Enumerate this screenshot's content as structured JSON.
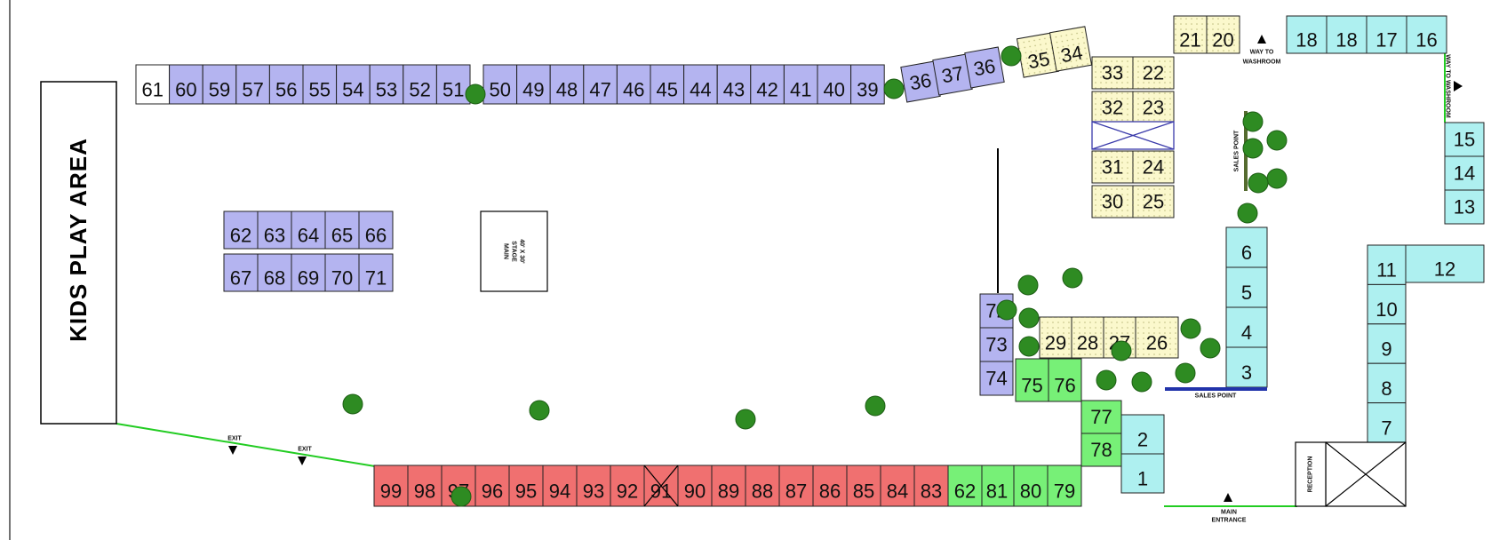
{
  "labels": {
    "kids_play_area": "KIDS PLAY AREA",
    "main_stage_1": "MAIN",
    "main_stage_2": "STAGE",
    "main_stage_3": "40' X 30'",
    "main_entrance_1": "MAIN",
    "main_entrance_2": "ENTRANCE",
    "exit_1": "EXIT",
    "exit_2": "EXIT",
    "washroom_1a": "WAY TO",
    "washroom_1b": "WASHROOM",
    "washroom_2": "WAY TO WASHROOM",
    "sales_point_1": "SALES POINT",
    "sales_point_2": "SALES POINT",
    "reception": "RECEPTION"
  },
  "colors": {
    "purple": "#b4b4f0",
    "yellow": "#fbf8cc",
    "cyan": "#aef0f0",
    "green": "#77f077",
    "red": "#f07070",
    "white": "#ffffff",
    "tree": "#2e8b22",
    "path": "#22cc22"
  },
  "stalls": [
    {
      "id": "61",
      "zone": "white"
    },
    {
      "id": "60",
      "zone": "purple"
    },
    {
      "id": "59",
      "zone": "purple"
    },
    {
      "id": "57",
      "zone": "purple"
    },
    {
      "id": "56",
      "zone": "purple"
    },
    {
      "id": "55",
      "zone": "purple"
    },
    {
      "id": "54",
      "zone": "purple"
    },
    {
      "id": "53",
      "zone": "purple"
    },
    {
      "id": "52",
      "zone": "purple"
    },
    {
      "id": "51",
      "zone": "purple"
    },
    {
      "id": "50",
      "zone": "purple"
    },
    {
      "id": "49",
      "zone": "purple"
    },
    {
      "id": "48",
      "zone": "purple"
    },
    {
      "id": "47",
      "zone": "purple"
    },
    {
      "id": "46",
      "zone": "purple"
    },
    {
      "id": "45",
      "zone": "purple"
    },
    {
      "id": "44",
      "zone": "purple"
    },
    {
      "id": "43",
      "zone": "purple"
    },
    {
      "id": "42",
      "zone": "purple"
    },
    {
      "id": "41",
      "zone": "purple"
    },
    {
      "id": "40",
      "zone": "purple"
    },
    {
      "id": "39",
      "zone": "purple"
    },
    {
      "id": "36",
      "zone": "purple"
    },
    {
      "id": "37",
      "zone": "purple"
    },
    {
      "id": "36",
      "zone": "purple"
    },
    {
      "id": "35",
      "zone": "yellow"
    },
    {
      "id": "34",
      "zone": "yellow"
    },
    {
      "id": "33",
      "zone": "yellow"
    },
    {
      "id": "22",
      "zone": "yellow"
    },
    {
      "id": "32",
      "zone": "yellow"
    },
    {
      "id": "23",
      "zone": "yellow"
    },
    {
      "id": "31",
      "zone": "yellow"
    },
    {
      "id": "24",
      "zone": "yellow"
    },
    {
      "id": "30",
      "zone": "yellow"
    },
    {
      "id": "25",
      "zone": "yellow"
    },
    {
      "id": "21",
      "zone": "yellow"
    },
    {
      "id": "20",
      "zone": "yellow"
    },
    {
      "id": "18",
      "zone": "cyan"
    },
    {
      "id": "18",
      "zone": "cyan"
    },
    {
      "id": "17",
      "zone": "cyan"
    },
    {
      "id": "16",
      "zone": "cyan"
    },
    {
      "id": "15",
      "zone": "cyan"
    },
    {
      "id": "14",
      "zone": "cyan"
    },
    {
      "id": "13",
      "zone": "cyan"
    },
    {
      "id": "12",
      "zone": "cyan"
    },
    {
      "id": "11",
      "zone": "cyan"
    },
    {
      "id": "10",
      "zone": "cyan"
    },
    {
      "id": "9",
      "zone": "cyan"
    },
    {
      "id": "8",
      "zone": "cyan"
    },
    {
      "id": "7",
      "zone": "cyan"
    },
    {
      "id": "6",
      "zone": "cyan"
    },
    {
      "id": "5",
      "zone": "cyan"
    },
    {
      "id": "4",
      "zone": "cyan"
    },
    {
      "id": "3",
      "zone": "cyan"
    },
    {
      "id": "2",
      "zone": "cyan"
    },
    {
      "id": "1",
      "zone": "cyan"
    },
    {
      "id": "62",
      "zone": "purple"
    },
    {
      "id": "63",
      "zone": "purple"
    },
    {
      "id": "64",
      "zone": "purple"
    },
    {
      "id": "65",
      "zone": "purple"
    },
    {
      "id": "66",
      "zone": "purple"
    },
    {
      "id": "67",
      "zone": "purple"
    },
    {
      "id": "68",
      "zone": "purple"
    },
    {
      "id": "69",
      "zone": "purple"
    },
    {
      "id": "70",
      "zone": "purple"
    },
    {
      "id": "71",
      "zone": "purple"
    },
    {
      "id": "72",
      "zone": "purple"
    },
    {
      "id": "73",
      "zone": "purple"
    },
    {
      "id": "74",
      "zone": "purple"
    },
    {
      "id": "29",
      "zone": "yellow"
    },
    {
      "id": "28",
      "zone": "yellow"
    },
    {
      "id": "27",
      "zone": "yellow"
    },
    {
      "id": "26",
      "zone": "yellow"
    },
    {
      "id": "75",
      "zone": "green"
    },
    {
      "id": "76",
      "zone": "green"
    },
    {
      "id": "77",
      "zone": "green"
    },
    {
      "id": "78",
      "zone": "green"
    },
    {
      "id": "79",
      "zone": "green"
    },
    {
      "id": "80",
      "zone": "green"
    },
    {
      "id": "81",
      "zone": "green"
    },
    {
      "id": "62",
      "zone": "green"
    },
    {
      "id": "83",
      "zone": "red"
    },
    {
      "id": "84",
      "zone": "red"
    },
    {
      "id": "85",
      "zone": "red"
    },
    {
      "id": "86",
      "zone": "red"
    },
    {
      "id": "87",
      "zone": "red"
    },
    {
      "id": "88",
      "zone": "red"
    },
    {
      "id": "89",
      "zone": "red"
    },
    {
      "id": "90",
      "zone": "red"
    },
    {
      "id": "91",
      "zone": "red"
    },
    {
      "id": "92",
      "zone": "red"
    },
    {
      "id": "93",
      "zone": "red"
    },
    {
      "id": "94",
      "zone": "red"
    },
    {
      "id": "95",
      "zone": "red"
    },
    {
      "id": "96",
      "zone": "red"
    },
    {
      "id": "97",
      "zone": "red"
    },
    {
      "id": "98",
      "zone": "red"
    },
    {
      "id": "99",
      "zone": "red"
    }
  ]
}
